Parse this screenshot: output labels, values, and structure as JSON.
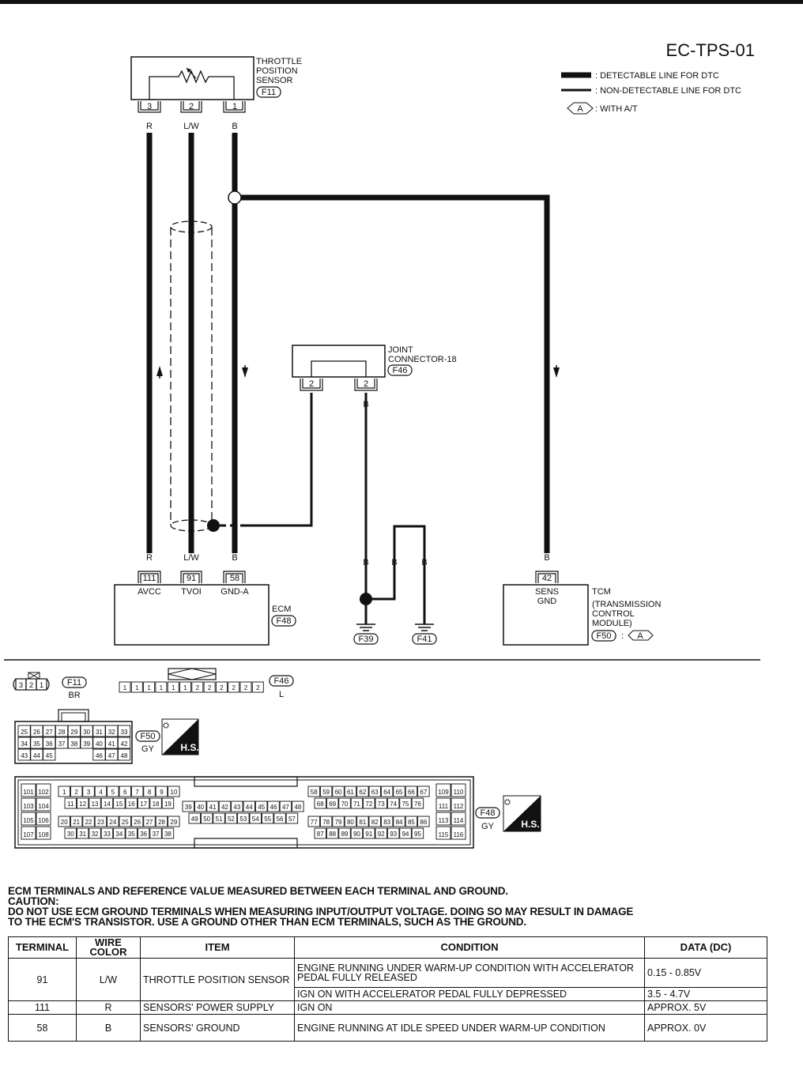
{
  "diagram_id": "EC-TPS-01",
  "legend": {
    "detectable": ": DETECTABLE LINE FOR DTC",
    "non_detectable": ": NON-DETECTABLE LINE FOR DTC",
    "tag": "A",
    "with_at": ": WITH A/T"
  },
  "tps": {
    "name_lines": [
      "THROTTLE",
      "POSITION",
      "SENSOR"
    ],
    "connector": "F11",
    "pins": [
      "3",
      "2",
      "1"
    ],
    "wire_colors": [
      "R",
      "L/W",
      "B"
    ]
  },
  "joint": {
    "name_lines": [
      "JOINT",
      "CONNECTOR-18"
    ],
    "connector": "F46",
    "pins": [
      "2",
      "2"
    ],
    "wire_color": "B"
  },
  "ground_wires": [
    "B",
    "B",
    "B"
  ],
  "grounds": [
    "F39",
    "F41"
  ],
  "ecm": {
    "name": "ECM",
    "connector": "F48",
    "pins": [
      "111",
      "91",
      "58"
    ],
    "pin_names": [
      "AVCC",
      "TVOI",
      "GND-A"
    ],
    "wire_colors": [
      "R",
      "L/W",
      "B"
    ]
  },
  "tcm": {
    "name_lines": [
      "TCM",
      "(TRANSMISSION",
      "CONTROL",
      "MODULE)"
    ],
    "connector": "F50",
    "tag": "A",
    "pin": "42",
    "pin_name_lines": [
      "SENS",
      "GND"
    ],
    "wire_color": "B"
  },
  "connector_views": {
    "f11": {
      "code": "F11",
      "color": "BR",
      "pins": [
        "3",
        "2",
        "1"
      ]
    },
    "f46": {
      "code": "F46",
      "color": "L",
      "pins": [
        "1",
        "1",
        "1",
        "1",
        "1",
        "1",
        "2",
        "2",
        "2",
        "2",
        "2",
        "2"
      ]
    },
    "f50": {
      "code": "F50",
      "color": "GY",
      "hs": "H.S.",
      "rows": [
        [
          "25",
          "26",
          "27",
          "28",
          "29",
          "30",
          "31",
          "32",
          "33"
        ],
        [
          "34",
          "35",
          "36",
          "37",
          "38",
          "39",
          "40",
          "41",
          "42"
        ],
        [
          "43",
          "44",
          "45",
          "",
          "",
          "",
          "46",
          "47",
          "48"
        ]
      ]
    },
    "f48": {
      "code": "F48",
      "color": "GY",
      "hs": "H.S.",
      "left_pairs": [
        [
          "101",
          "102"
        ],
        [
          "103",
          "104"
        ],
        [
          "105",
          "106"
        ],
        [
          "107",
          "108"
        ]
      ],
      "right_pairs": [
        [
          "109",
          "110"
        ],
        [
          "111",
          "112"
        ],
        [
          "113",
          "114"
        ],
        [
          "115",
          "116"
        ]
      ],
      "blk1": [
        [
          "1",
          "2",
          "3",
          "4",
          "5",
          "6",
          "7",
          "8",
          "9",
          "10"
        ],
        [
          "11",
          "12",
          "13",
          "14",
          "15",
          "16",
          "17",
          "18",
          "19"
        ],
        [
          "20",
          "21",
          "22",
          "23",
          "24",
          "25",
          "26",
          "27",
          "28",
          "29"
        ],
        [
          "30",
          "31",
          "32",
          "33",
          "34",
          "35",
          "36",
          "37",
          "38"
        ]
      ],
      "blk2": [
        [
          "39",
          "40",
          "41",
          "42",
          "43",
          "44",
          "45",
          "46",
          "47",
          "48"
        ],
        [
          "49",
          "50",
          "51",
          "52",
          "53",
          "54",
          "55",
          "56",
          "57"
        ]
      ],
      "blk3": [
        [
          "58",
          "59",
          "60",
          "61",
          "62",
          "63",
          "64",
          "65",
          "66",
          "67"
        ],
        [
          "68",
          "69",
          "70",
          "71",
          "72",
          "73",
          "74",
          "75",
          "76"
        ],
        [
          "77",
          "78",
          "79",
          "80",
          "81",
          "82",
          "83",
          "84",
          "85",
          "86"
        ],
        [
          "87",
          "88",
          "89",
          "90",
          "91",
          "92",
          "93",
          "94",
          "95"
        ]
      ]
    }
  },
  "notes": [
    "ECM TERMINALS AND REFERENCE VALUE MEASURED BETWEEN EACH TERMINAL AND GROUND.",
    "CAUTION:",
    "DO NOT USE ECM GROUND TERMINALS WHEN MEASURING INPUT/OUTPUT VOLTAGE. DOING SO MAY RESULT IN DAMAGE",
    "TO THE ECM'S TRANSISTOR. USE A GROUND OTHER THAN ECM TERMINALS, SUCH AS THE GROUND."
  ],
  "table": {
    "headers": [
      "TERMINAL",
      "WIRE COLOR",
      "ITEM",
      "CONDITION",
      "DATA (DC)"
    ],
    "r1": {
      "terminal": "91",
      "wire": "L/W",
      "item": "THROTTLE POSITION SENSOR",
      "cond1": "ENGINE RUNNING UNDER WARM-UP CONDITION WITH ACCELERATOR PEDAL FULLY RELEASED",
      "data1": "0.15 - 0.85V",
      "cond2": "IGN ON WITH ACCELERATOR PEDAL FULLY DEPRESSED",
      "data2": "3.5 - 4.7V"
    },
    "r2": {
      "terminal": "111",
      "wire": "R",
      "item": "SENSORS' POWER SUPPLY",
      "cond": "IGN ON",
      "data": "APPROX. 5V"
    },
    "r3": {
      "terminal": "58",
      "wire": "B",
      "item": "SENSORS' GROUND",
      "cond": "ENGINE RUNNING AT IDLE SPEED UNDER WARM-UP CONDITION",
      "data": "APPROX. 0V"
    }
  }
}
